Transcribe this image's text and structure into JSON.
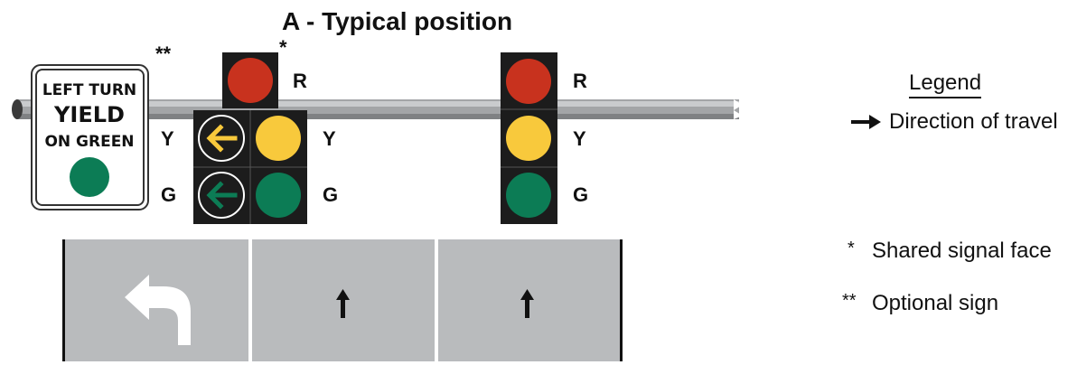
{
  "title": "A - Typical position",
  "sign": {
    "line1": "LEFT TURN",
    "line2": "YIELD",
    "line3": "ON GREEN",
    "marker": "**"
  },
  "shared_face_marker": "*",
  "signal_labels": {
    "left_r": "R",
    "left_y_outer": "Y",
    "left_g_outer": "G",
    "left_y_inner": "Y",
    "left_g_inner": "G",
    "right_r": "R",
    "right_y": "Y",
    "right_g": "G"
  },
  "legend": {
    "title": "Legend",
    "direction": "Direction of travel",
    "shared_marker": "*",
    "shared": "Shared signal face",
    "optional_marker": "**",
    "optional": "Optional sign"
  },
  "colors": {
    "red": "#c8321e",
    "yellow": "#f8c93c",
    "green": "#0c7c55",
    "road": "#b9bbbd",
    "pole": "#9ea0a2"
  }
}
